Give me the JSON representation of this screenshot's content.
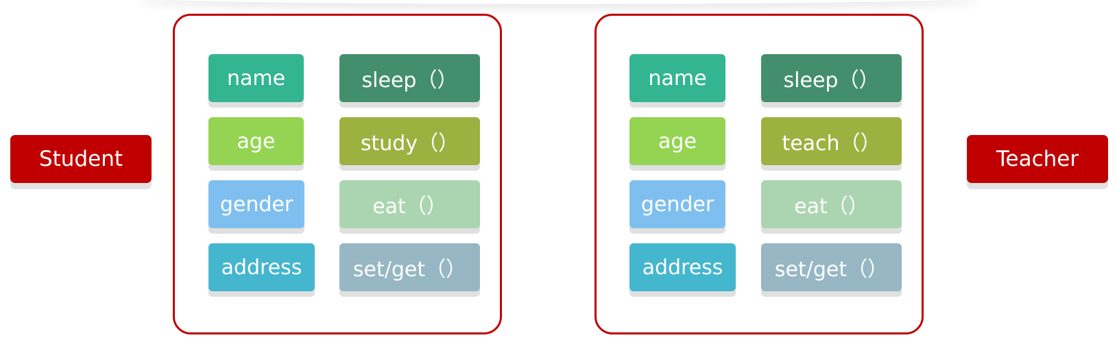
{
  "left_class": {
    "name": "Student",
    "fields": [
      "name",
      "age",
      "gender",
      "address"
    ],
    "methods": [
      "sleep（）",
      "study（）",
      "eat（）",
      "set/get（）"
    ]
  },
  "right_class": {
    "name": "Teacher",
    "fields": [
      "name",
      "age",
      "gender",
      "address"
    ],
    "methods": [
      "sleep（）",
      "teach（）",
      "eat（）",
      "set/get（）"
    ]
  },
  "colors": {
    "accent_red": "#c00000",
    "field_name": "#33b592",
    "field_age": "#94d452",
    "field_gender": "#7fbfef",
    "field_address": "#44b6cd",
    "method_sleep": "#438f6d",
    "method_action": "#9db141",
    "method_eat": "#aad5b0",
    "method_setget": "#96b7c3"
  }
}
